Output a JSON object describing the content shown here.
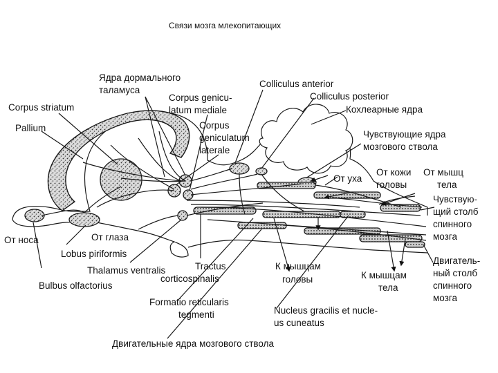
{
  "title": "Связи мозга млекопитающих",
  "labels": {
    "dorsal_thalamus_1": "Ядра дормального",
    "dorsal_thalamus_2": "таламуса",
    "corpus_striatum": "Corpus striatum",
    "pallium": "Pallium",
    "cgm_1": "Corpus genicu-",
    "cgm_2": "latum mediale",
    "cgl_1": "Corpus",
    "cgl_2": "geniculatum",
    "cgl_3": "laterale",
    "colliculus_anterior": "Colliculus anterior",
    "colliculus_posterior": "Colliculus posterior",
    "cochlear": "Кохлеарные ядра",
    "sensory_brainstem_1": "Чувствующие ядра",
    "sensory_brainstem_2": "мозгового ствола",
    "from_ear": "От уха",
    "from_skin_1": "От кожи",
    "from_skin_2": "головы",
    "from_muscles_1": "От мышц",
    "from_muscles_2": "тела",
    "sensory_column_1": "Чувствую-",
    "sensory_column_2": "щий столб",
    "sensory_column_3": "спинного",
    "sensory_column_4": "мозга",
    "from_nose": "От носа",
    "from_eye": "От глаза",
    "lobus_piriformis": "Lobus piriformis",
    "thalamus_ventralis": "Thalamus ventralis",
    "tractus_1": "Tractus",
    "tractus_2": "corticospinalis",
    "bulbus": "Bulbus olfactorius",
    "to_head_1": "К мышцам",
    "to_head_2": "головы",
    "to_body_1": "К мышцам",
    "to_body_2": "тела",
    "motor_column_1": "Двигатель-",
    "motor_column_2": "ный столб",
    "motor_column_3": "спинного",
    "motor_column_4": "мозга",
    "formatio_1": "Formatio reticularis",
    "formatio_2": "tegmenti",
    "nucleus_1": "Nucleus gracilis et nucle-",
    "nucleus_2": "us cuneatus",
    "motor_nuclei": "Двигательные ядра мозгового ствола"
  }
}
